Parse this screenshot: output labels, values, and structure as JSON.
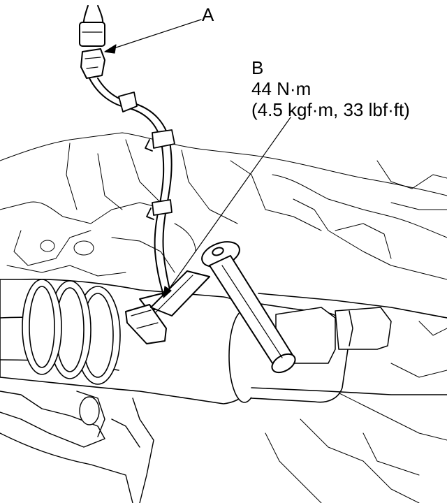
{
  "callouts": {
    "a_label": "A",
    "b_label": "B",
    "torque_nm": "44 N·m",
    "torque_alt": "(4.5 kgf·m, 33 lbf·ft)"
  },
  "colors": {
    "line": "#000000",
    "fill": "#ffffff"
  }
}
